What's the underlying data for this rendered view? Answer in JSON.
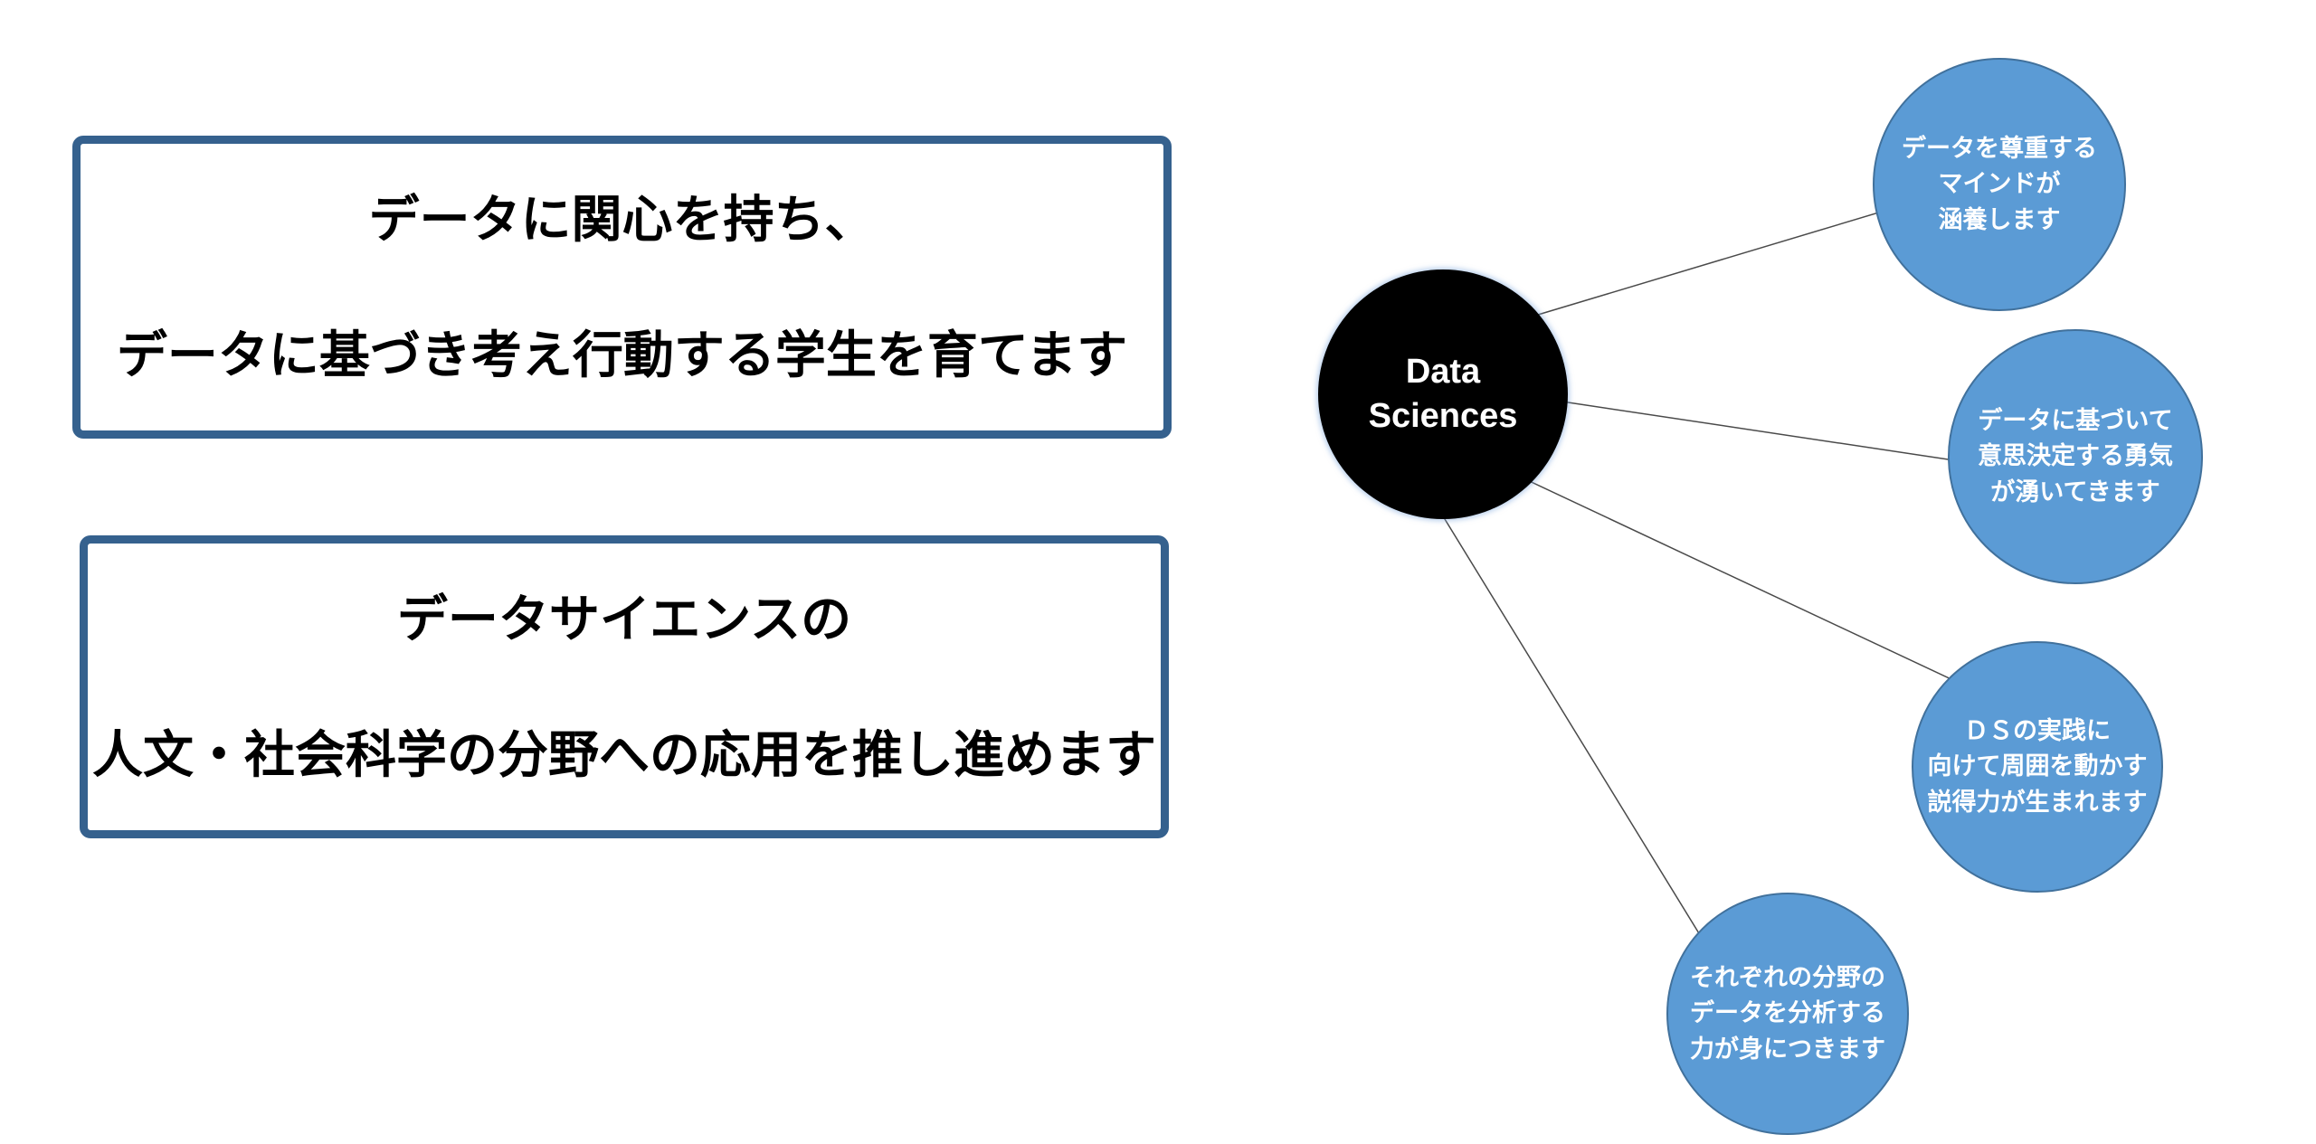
{
  "statement_boxes": [
    {
      "lines": [
        "データに関心を持ち、",
        "データに基づき考え行動する学生を育てます"
      ]
    },
    {
      "lines": [
        "データサイエンスの",
        "人文・社会科学の分野への応用を推し進めます"
      ]
    }
  ],
  "hub": {
    "label": "Data Sciences",
    "label_lines": [
      "Data",
      "Sciences"
    ]
  },
  "nodes": [
    {
      "lines": [
        "データを尊重する",
        "マインドが",
        "涵養します"
      ]
    },
    {
      "lines": [
        "データに基づいて",
        "意思決定する勇気",
        "が湧いてきます"
      ]
    },
    {
      "lines": [
        "ＤＳの実践に",
        "向けて周囲を動かす",
        "説得力が生まれます"
      ]
    },
    {
      "lines": [
        "それぞれの分野の",
        "データを分析する",
        "力が身につきます"
      ]
    }
  ],
  "colors": {
    "background": "#FFFFFF",
    "box_border": "#35618E",
    "box_text": "#000000",
    "hub_fill": "#000000",
    "hub_text": "#FFFFFF",
    "node_fill": "#5B9BD5",
    "node_border": "#41719C",
    "node_text": "#FFFFFF",
    "connector": "#4A4A4A"
  }
}
